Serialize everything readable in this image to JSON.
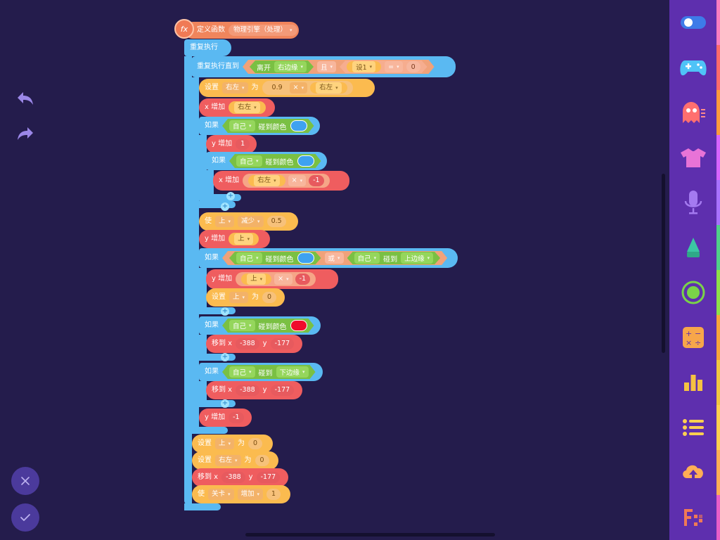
{
  "func": {
    "define_label": "定义函数",
    "name": "物理引擎（处理）",
    "fx_label": "fx"
  },
  "forever": {
    "label": "重复执行"
  },
  "until": {
    "label": "重复执行直到",
    "op1_label": "离开",
    "op1_menu": "右边缘",
    "and_label": "且",
    "var": "设1",
    "eq": "=",
    "eq_val": "0"
  },
  "b_set_lr": {
    "label1": "设置",
    "var": "右左",
    "label2": "为",
    "num": "0.9",
    "op": "×",
    "op_var": "右左"
  },
  "b_x_inc": {
    "label": "x 增加",
    "var": "右左"
  },
  "if1": {
    "label": "如果",
    "obj": "自己",
    "cond": "碰到颜色",
    "color": "#3ea2f0"
  },
  "y_inc1": {
    "label": "y 增加",
    "val": "1"
  },
  "if1b": {
    "label": "如果",
    "obj": "自己",
    "cond": "碰到颜色",
    "color": "#3ea2f0"
  },
  "x_inc2": {
    "label": "x 增加",
    "var": "右左",
    "op": "×",
    "val": "-1"
  },
  "b_make": {
    "label": "使",
    "var": "上",
    "op": "减少",
    "val": "0.5"
  },
  "y_inc_up": {
    "label": "y 增加",
    "var": "上"
  },
  "if2": {
    "label": "如果",
    "obj": "自己",
    "cond": "碰到颜色",
    "color": "#3ea2f0",
    "or_label": "或",
    "obj2": "自己",
    "cond2": "碰到",
    "target": "上边缘"
  },
  "y_inc3": {
    "label": "y 增加",
    "var": "上",
    "op": "×",
    "val": "-1"
  },
  "set_up0": {
    "label1": "设置",
    "var": "上",
    "label2": "为",
    "val": "0"
  },
  "if3": {
    "label": "如果",
    "obj": "自己",
    "cond": "碰到颜色",
    "color": "#f00c2c"
  },
  "goto1": {
    "label_x": "移到 x",
    "x": "-388",
    "label_y": "y",
    "y": "-177"
  },
  "if4": {
    "label": "如果",
    "obj": "自己",
    "cond": "碰到",
    "target": "下边缘"
  },
  "goto2": {
    "label_x": "移到 x",
    "x": "-388",
    "label_y": "y",
    "y": "-177"
  },
  "y_inc_m1": {
    "label": "y 增加",
    "val": "-1"
  },
  "set_up_out": {
    "label1": "设置",
    "var": "上",
    "label2": "为",
    "val": "0"
  },
  "set_lr_out": {
    "label1": "设置",
    "var": "右左",
    "label2": "为",
    "val": "0"
  },
  "goto3": {
    "label_x": "移到 x",
    "x": "-388",
    "label_y": "y",
    "y": "-177"
  },
  "make_level": {
    "label": "使",
    "var": "关卡",
    "op": "增加",
    "val": "1"
  },
  "controls": {
    "plus": "+"
  },
  "toolbar": {
    "undo_icon": "undo-icon",
    "redo_icon": "redo-icon",
    "cancel_icon": "close-icon",
    "confirm_icon": "check-icon"
  },
  "rail": {
    "icons": [
      "toggle-icon",
      "gamepad-icon",
      "ghost-icon",
      "tshirt-icon",
      "microphone-icon",
      "pen-icon",
      "circle-icon",
      "calculator-icon",
      "bar-chart-icon",
      "list-icon",
      "cloud-upload-icon",
      "function-icon"
    ],
    "strip_colors": [
      "#fb7ec0",
      "#ff6b6b",
      "#ff9a3c",
      "#d864ff",
      "#a872ff",
      "#50d08a",
      "#8ee049",
      "#f7a43a",
      "#f0c640",
      "#ffd050",
      "#ffae55",
      "#e95ec8"
    ]
  },
  "colors": {
    "background": "#241c4c",
    "rail": "#5e2fae",
    "control": "#5ab9f2",
    "motion": "#ef5d5f",
    "variable": "#fbbb4f",
    "function": "#f0855c",
    "sensing": "#7ac043"
  }
}
